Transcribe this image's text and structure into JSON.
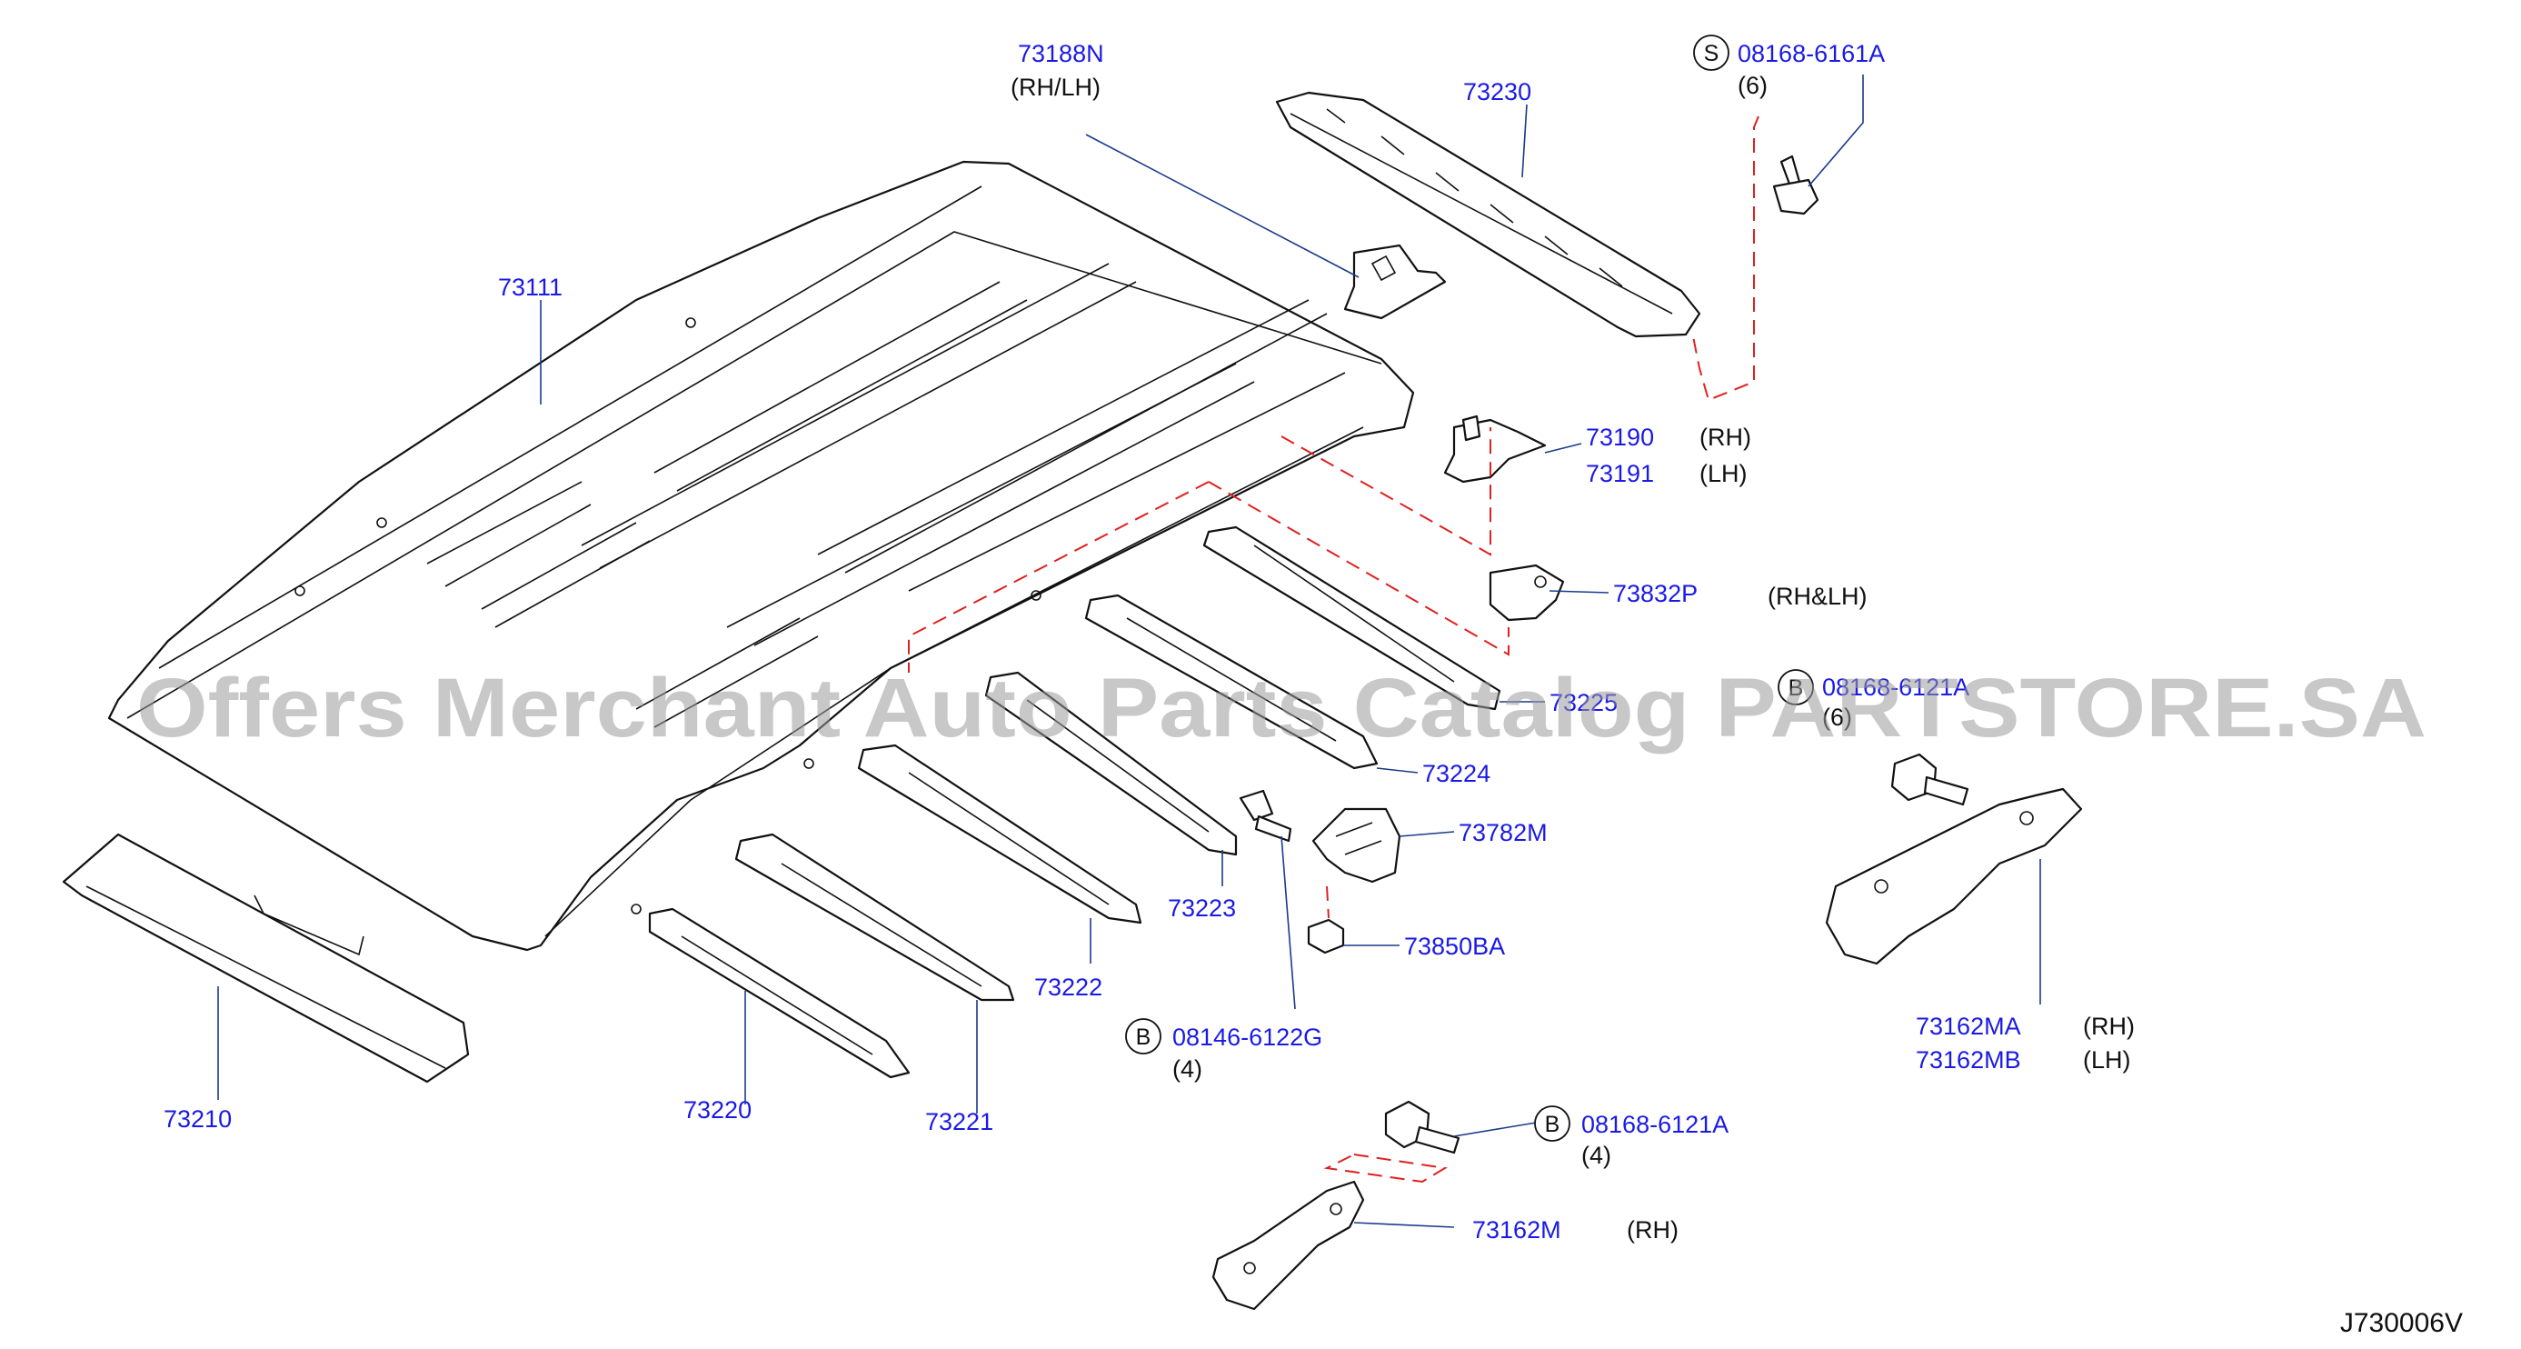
{
  "watermark": "Offers Merchant Auto Parts Catalog PARTSTORE.SA",
  "diagram_code": "J730006V",
  "colors": {
    "part_number": "#1a1ae6",
    "leader": "#1a3a8a",
    "dashed_guide": "#e02020",
    "outline": "#111111"
  },
  "callouts": {
    "p73188n": {
      "number": "73188N",
      "note": "(RH/LH)"
    },
    "p73230": {
      "number": "73230"
    },
    "screw_top": {
      "symbol": "S",
      "number": "08168-6161A",
      "qty": "(6)"
    },
    "p73111": {
      "number": "73111"
    },
    "p73190": {
      "number": "73190",
      "note": "(RH)"
    },
    "p73191": {
      "number": "73191",
      "note": "(LH)"
    },
    "p73832p": {
      "number": "73832P",
      "note": "(RH&LH)"
    },
    "p73225": {
      "number": "73225"
    },
    "bolt_right": {
      "symbol": "B",
      "number": "08168-6121A",
      "qty": "(6)"
    },
    "p73224": {
      "number": "73224"
    },
    "p73782m": {
      "number": "73782M"
    },
    "p73223": {
      "number": "73223"
    },
    "p73850ba": {
      "number": "73850BA"
    },
    "p73222": {
      "number": "73222"
    },
    "bolt_mid": {
      "symbol": "B",
      "number": "08146-6122G",
      "qty": "(4)"
    },
    "p73210": {
      "number": "73210"
    },
    "p73220": {
      "number": "73220"
    },
    "p73221": {
      "number": "73221"
    },
    "bolt_bottom": {
      "symbol": "B",
      "number": "08168-6121A",
      "qty": "(4)"
    },
    "p73162ma": {
      "number": "73162MA",
      "note": "(RH)"
    },
    "p73162mb": {
      "number": "73162MB",
      "note": "(LH)"
    },
    "p73162m": {
      "number": "73162M",
      "note": "(RH)"
    }
  }
}
